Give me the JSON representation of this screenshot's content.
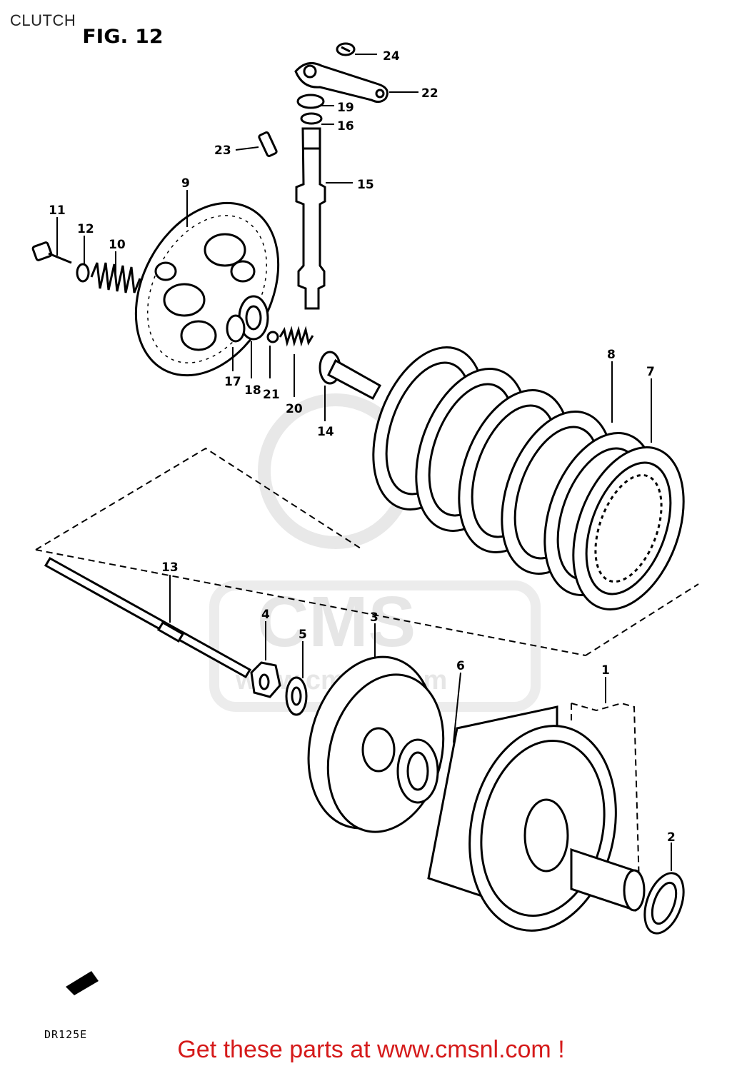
{
  "page": {
    "title": "CLUTCH",
    "figure": "FIG. 12",
    "model_code": "DR125E",
    "footer": "Get these parts at www.cmsnl.com !"
  },
  "watermark": {
    "brand": "CMS",
    "site": "www.cmsnl.com"
  },
  "callouts": [
    "1",
    "2",
    "3",
    "4",
    "5",
    "6",
    "7",
    "8",
    "9",
    "10",
    "11",
    "12",
    "13",
    "14",
    "15",
    "16",
    "17",
    "18",
    "19",
    "20",
    "21",
    "22",
    "23",
    "24"
  ],
  "colors": {
    "line": "#000000",
    "footer": "#d51a1a",
    "watermark": "#e6e6e6"
  }
}
